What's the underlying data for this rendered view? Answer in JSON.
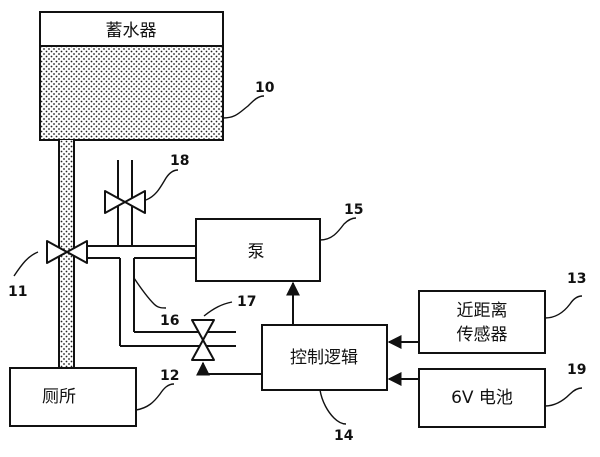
{
  "blocks": {
    "reservoir": "蓄水器",
    "pump": "泵",
    "sensor_line1": "近距离",
    "sensor_line2": "传感器",
    "control": "控制逻辑",
    "toilet": "厕所",
    "battery": "6V 电池"
  },
  "refs": {
    "reservoir": "10",
    "valve_main": "11",
    "toilet": "12",
    "sensor": "13",
    "control": "14",
    "pump": "15",
    "pipe": "16",
    "valve_control": "17",
    "valve_top": "18",
    "battery": "19"
  },
  "colors": {
    "ink": "#111111",
    "background": "#ffffff"
  }
}
